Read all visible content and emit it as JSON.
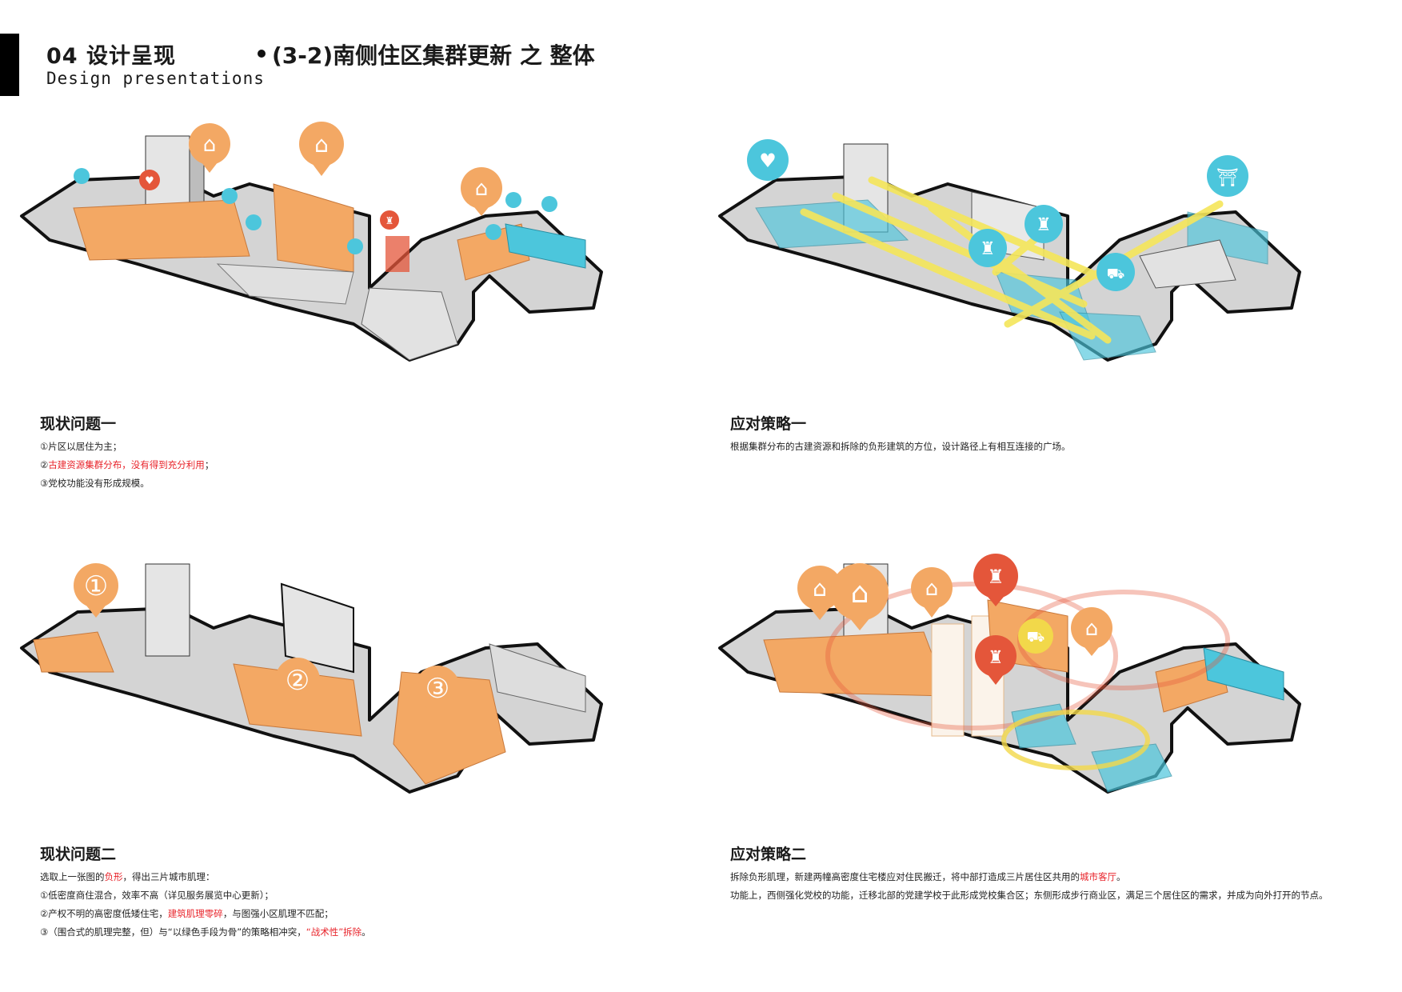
{
  "header": {
    "chapter_title": "04 设计呈现",
    "chapter_subtitle_en": "Design presentations",
    "section_title": "(3-2)南侧住区集群更新 之 整体"
  },
  "panels": {
    "issue_one": {
      "title": "现状问题一",
      "lines": [
        {
          "a": "①片区以居住为主；",
          "h": "",
          "b": "",
          "h2": "",
          "c": ""
        },
        {
          "a": "②",
          "h": "古建资源集群分布，没有得到充分利用",
          "b": "；",
          "h2": "",
          "c": ""
        },
        {
          "a": "③党校功能没有形成规模。",
          "h": "",
          "b": "",
          "h2": "",
          "c": ""
        }
      ]
    },
    "strategy_one": {
      "title": "应对策略一",
      "lines": [
        {
          "a": "根据集群分布的古建资源和拆除的负形建筑的方位，设计路径上有相互连接的广场。",
          "h": "",
          "b": "",
          "h2": "",
          "c": ""
        }
      ]
    },
    "issue_two": {
      "title": "现状问题二",
      "markers": [
        "①",
        "②",
        "③"
      ],
      "lines": [
        {
          "a": "选取上一张图的",
          "h": "负形",
          "b": "，得出三片城市肌理：",
          "h2": "",
          "c": ""
        },
        {
          "a": "①低密度商住混合，效率不高（详见服务展览中心更新）；",
          "h": "",
          "b": "",
          "h2": "",
          "c": ""
        },
        {
          "a": "②产权不明的高密度低矮住宅，",
          "h": "建筑肌理零碎",
          "b": "，与图强小区肌理不匹配；",
          "h2": "",
          "c": ""
        },
        {
          "a": "③（围合式的肌理完整，但）与“以绿色手段为骨”的策略相冲突，",
          "h": "“战术性”拆除",
          "b": "。",
          "h2": "",
          "c": ""
        }
      ]
    },
    "strategy_two": {
      "title": "应对策略二",
      "lines": [
        {
          "a": "拆除负形肌理，新建两幢高密度住宅楼应对住民搬迁，将中部打造成三片居住区共用的",
          "h": "城市客厅",
          "b": "。",
          "h2": "",
          "c": ""
        },
        {
          "a": "功能上，西侧强化党校的功能，迁移北部的党建学校于此形成党校集合区；东侧形成步行商业区，满足三个居住区的需求，并成为向外打开的节点。",
          "h": "",
          "b": "",
          "h2": "",
          "c": ""
        }
      ]
    }
  },
  "colors": {
    "residential_orange": "#f3a864",
    "heritage_cyan": "#4cc6dc",
    "party_school_red": "#e4563a",
    "commerce_yellow": "#f2d84a",
    "path_yellow": "#f5e65a",
    "building_grey": "#d7d7d7",
    "highlight_red": "#e8232a"
  },
  "icons": [
    "house-icon",
    "heart-icon",
    "pavilion-icon",
    "school-icon",
    "cart-icon",
    "person-icon"
  ]
}
